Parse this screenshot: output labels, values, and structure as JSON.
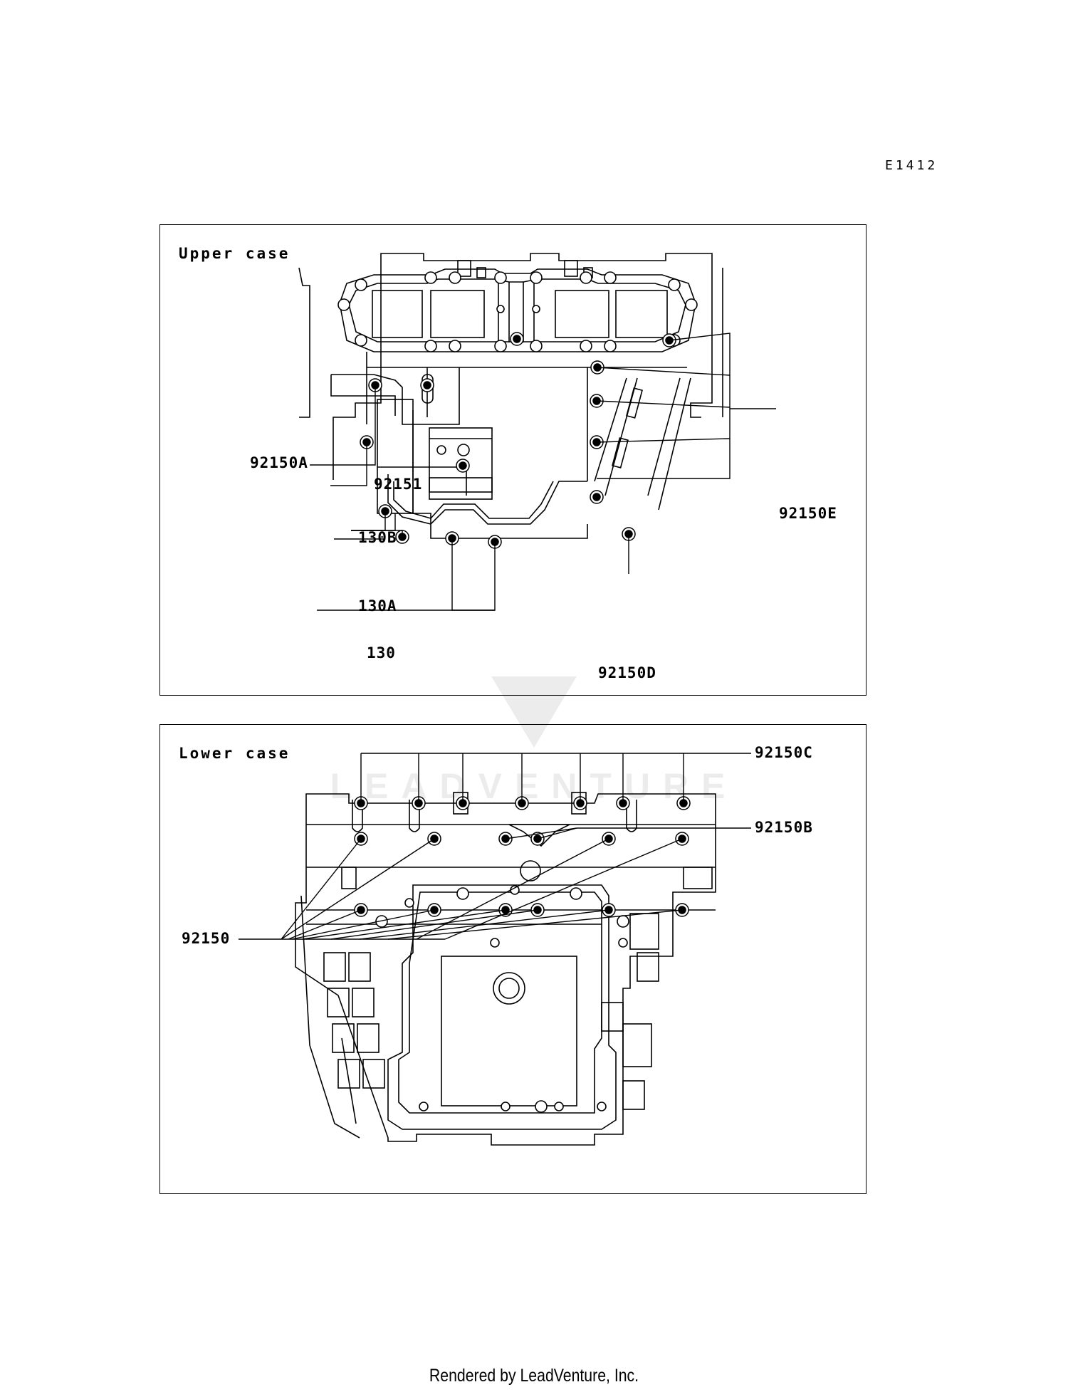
{
  "diagram_code": "E1412",
  "upper": {
    "title": "Upper case",
    "labels": [
      "92150A",
      "92151",
      "130B",
      "130A",
      "130",
      "92150D",
      "92150E"
    ]
  },
  "lower": {
    "title": "Lower case",
    "labels": [
      "92150C",
      "92150B",
      "92150"
    ]
  },
  "watermark": "LEADVENTURE",
  "footer": "Rendered by LeadVenture, Inc."
}
